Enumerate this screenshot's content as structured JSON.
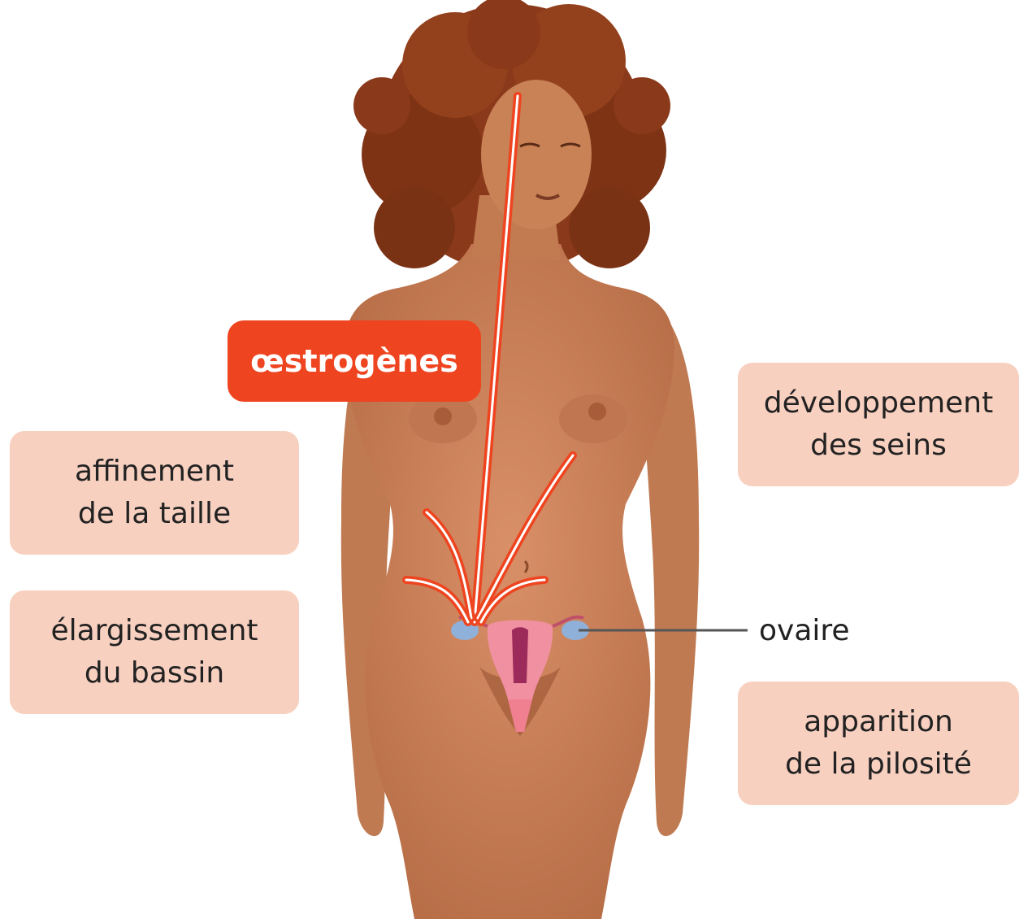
{
  "hormone": {
    "label": "œstrogènes",
    "color": "#ee4420"
  },
  "effects": {
    "waist": {
      "line1": "affinement",
      "line2": "de la taille"
    },
    "pelvis": {
      "line1": "élargissement",
      "line2": "du bassin"
    },
    "breasts": {
      "line1": "développement",
      "line2": "des seins"
    },
    "hair": {
      "line1": "apparition",
      "line2": "de la pilosité"
    }
  },
  "anatomy": {
    "ovary_label": "ovaire"
  },
  "colors": {
    "label_background": "#f8d0c0",
    "skin": "#c98156",
    "hair": "#8a3a1a",
    "arrow": "#ee4420",
    "ovary": "#8fb0d8",
    "uterus": "#f090a0"
  },
  "icons": {
    "figure": "female-body-illustration",
    "arrows": "hormone-action-arrows"
  }
}
